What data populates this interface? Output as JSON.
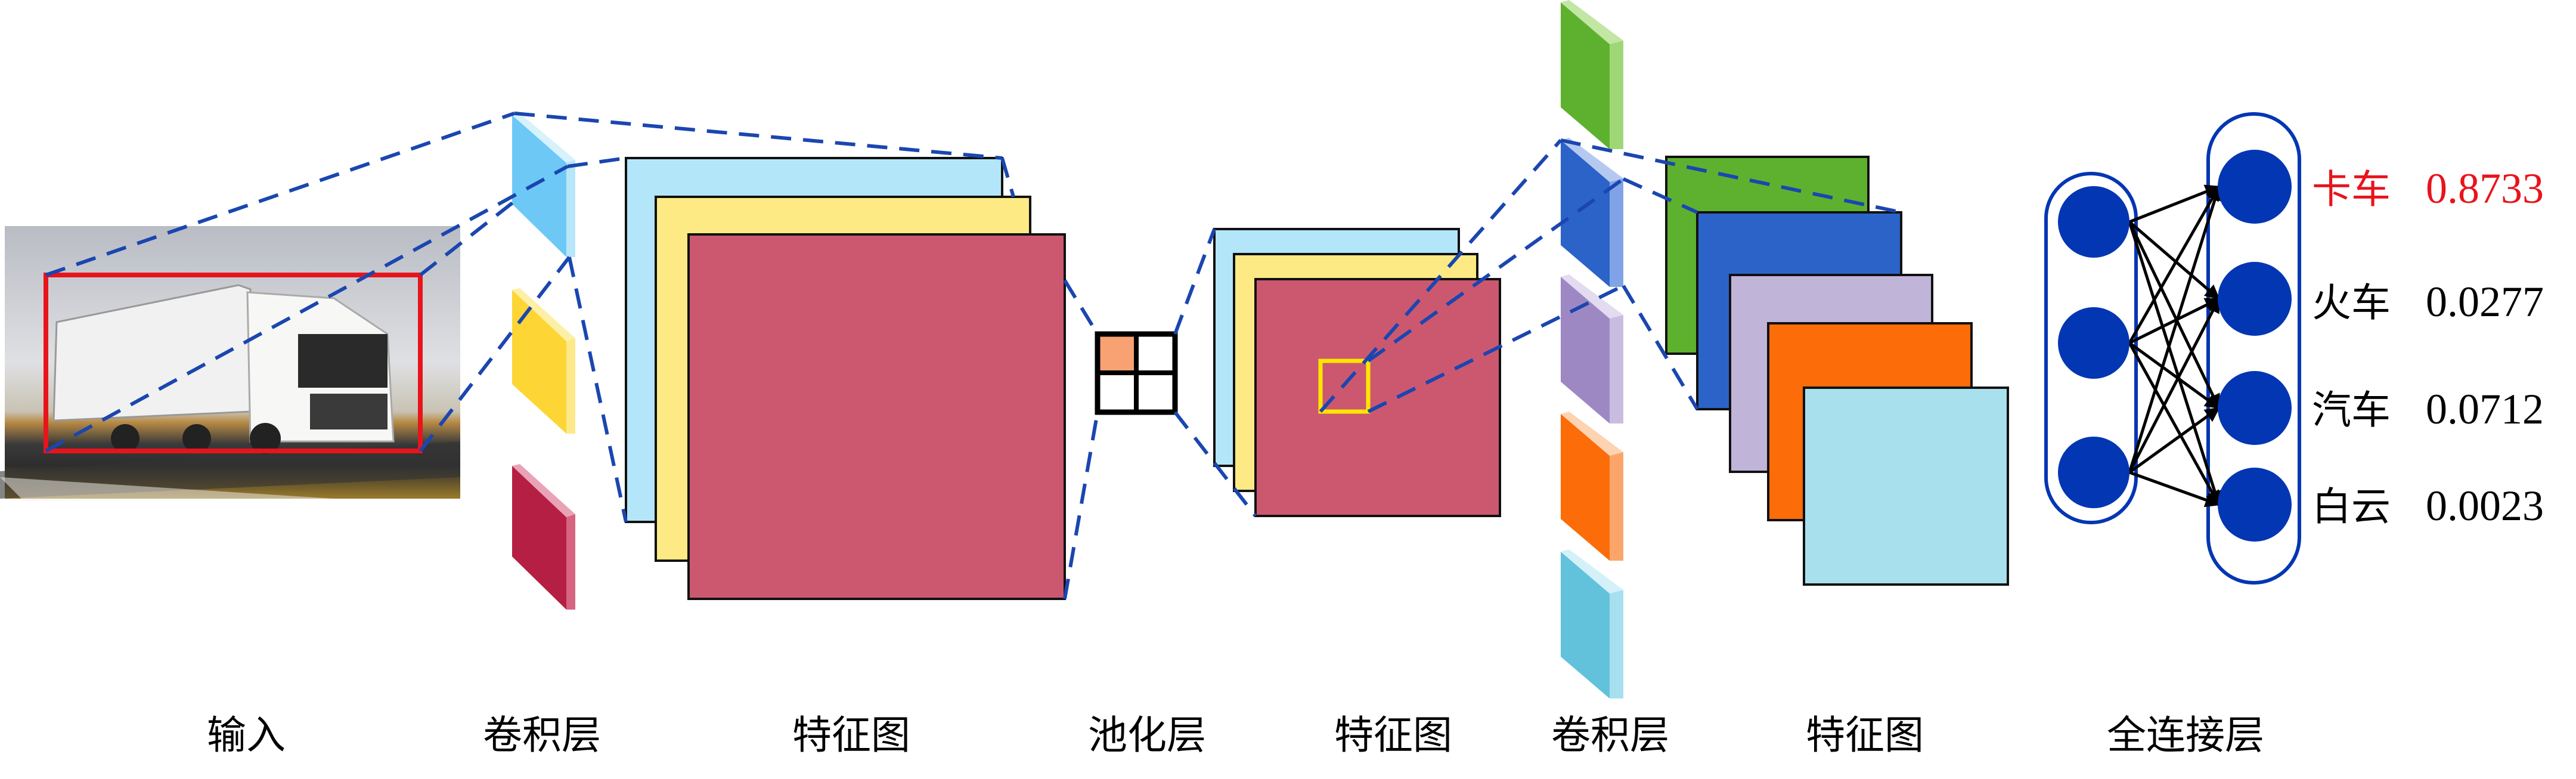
{
  "stages": [
    "输入",
    "卷积层",
    "特征图",
    "池化层",
    "特征图",
    "卷积层",
    "特征图",
    "全连接层"
  ],
  "outputs": [
    {
      "label": "卡车",
      "score": "0.8733",
      "color": "#e8141c"
    },
    {
      "label": "火车",
      "score": "0.0277",
      "color": "#000000"
    },
    {
      "label": "汽车",
      "score": "0.0712",
      "color": "#000000"
    },
    {
      "label": "白云",
      "score": "0.0023",
      "color": "#000000"
    }
  ],
  "colors": {
    "dash": "#1a46b0",
    "node": "#0336b3",
    "highlight_box": "#e8141c",
    "fmap_blue": "#b3e6f8",
    "fmap_yellow": "#fdea84",
    "fmap_pink": "#cc5870",
    "pool_cell": "#f8a274"
  }
}
